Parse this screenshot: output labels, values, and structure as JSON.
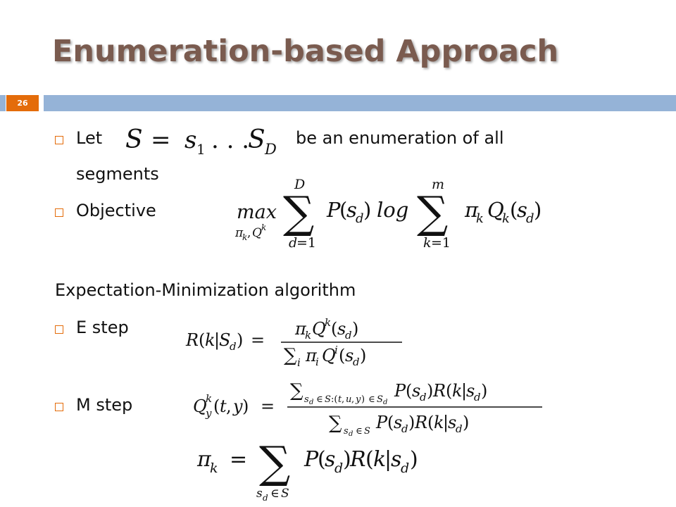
{
  "slide": {
    "title": "Enumeration-based Approach",
    "page_number": "26",
    "accent_color": "#e46c0a",
    "rule_color": "#95b3d7",
    "title_color": "#7a5b4f"
  },
  "bullets": {
    "let_prefix": "Let",
    "let_suffix": "be an enumeration of all",
    "let_continuation": "segments",
    "objective": "Objective",
    "e_step": "E step",
    "m_step": "M step"
  },
  "section_heading": "Expectation-Minimization algorithm",
  "formulas": {
    "enumeration": "S = s_1 ... S_D",
    "objective": "max_{π_k, Q^k} Σ_{d=1}^{D} P(s_d) log Σ_{k=1}^{m} π_k Q_k(s_d)",
    "e_step": "R(k|S_d) = π_k Q^k(s_d) / Σ_i π_i Q^i(s_d)",
    "m_step_q": "Q_y^k(t, y) = Σ_{s_d ∈ S:(t,u,y) ∈ S_d} P(s_d) R(k|s_d) / Σ_{s_d ∈ S} P(s_d) R(k|s_d)",
    "m_step_pi": "π_k = Σ_{s_d ∈ S} P(s_d) R(k|s_d)"
  }
}
